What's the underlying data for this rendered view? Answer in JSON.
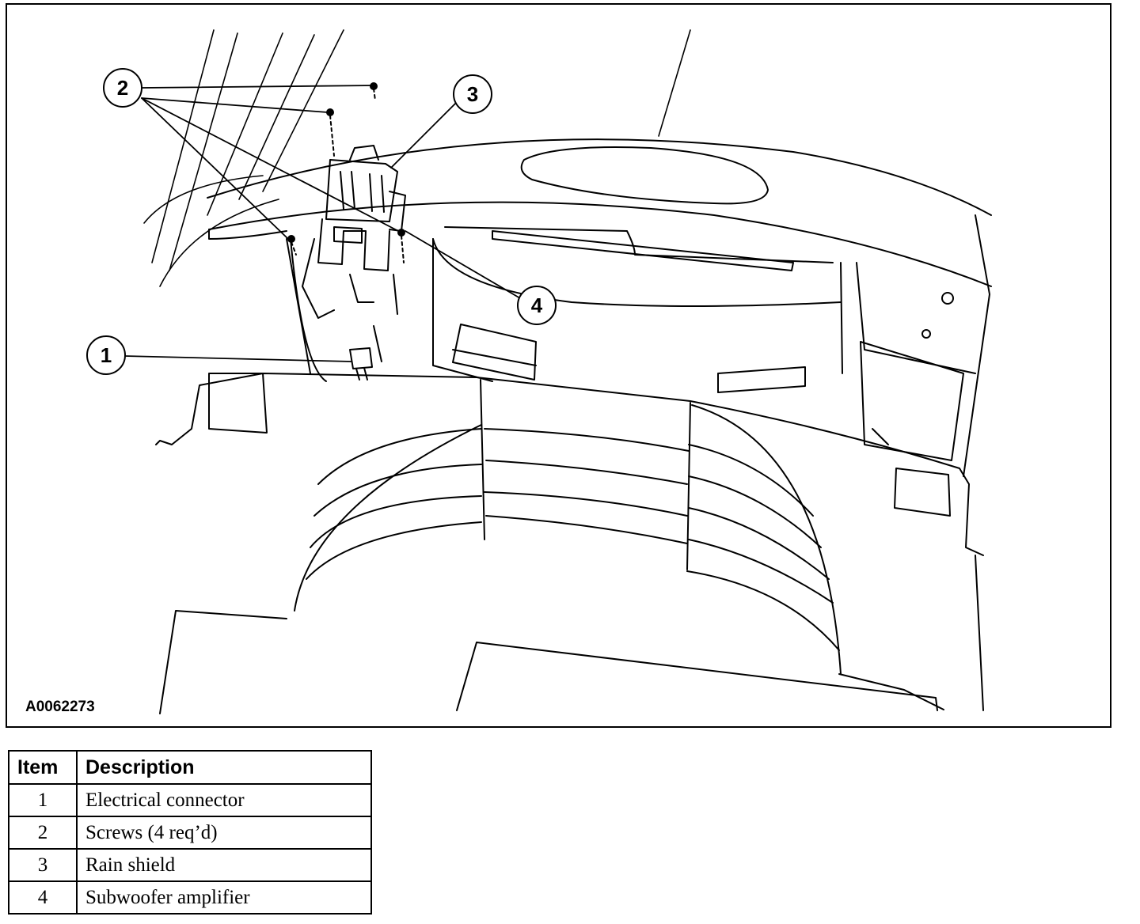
{
  "figure": {
    "id_label": "A0062273",
    "callouts": [
      {
        "label": "1"
      },
      {
        "label": "2"
      },
      {
        "label": "3"
      },
      {
        "label": "4"
      }
    ]
  },
  "legend": {
    "headers": {
      "item": "Item",
      "description": "Description"
    },
    "rows": [
      {
        "item": "1",
        "description": "Electrical connector"
      },
      {
        "item": "2",
        "description": "Screws (4 req’d)"
      },
      {
        "item": "3",
        "description": "Rain shield"
      },
      {
        "item": "4",
        "description": "Subwoofer amplifier"
      }
    ]
  }
}
